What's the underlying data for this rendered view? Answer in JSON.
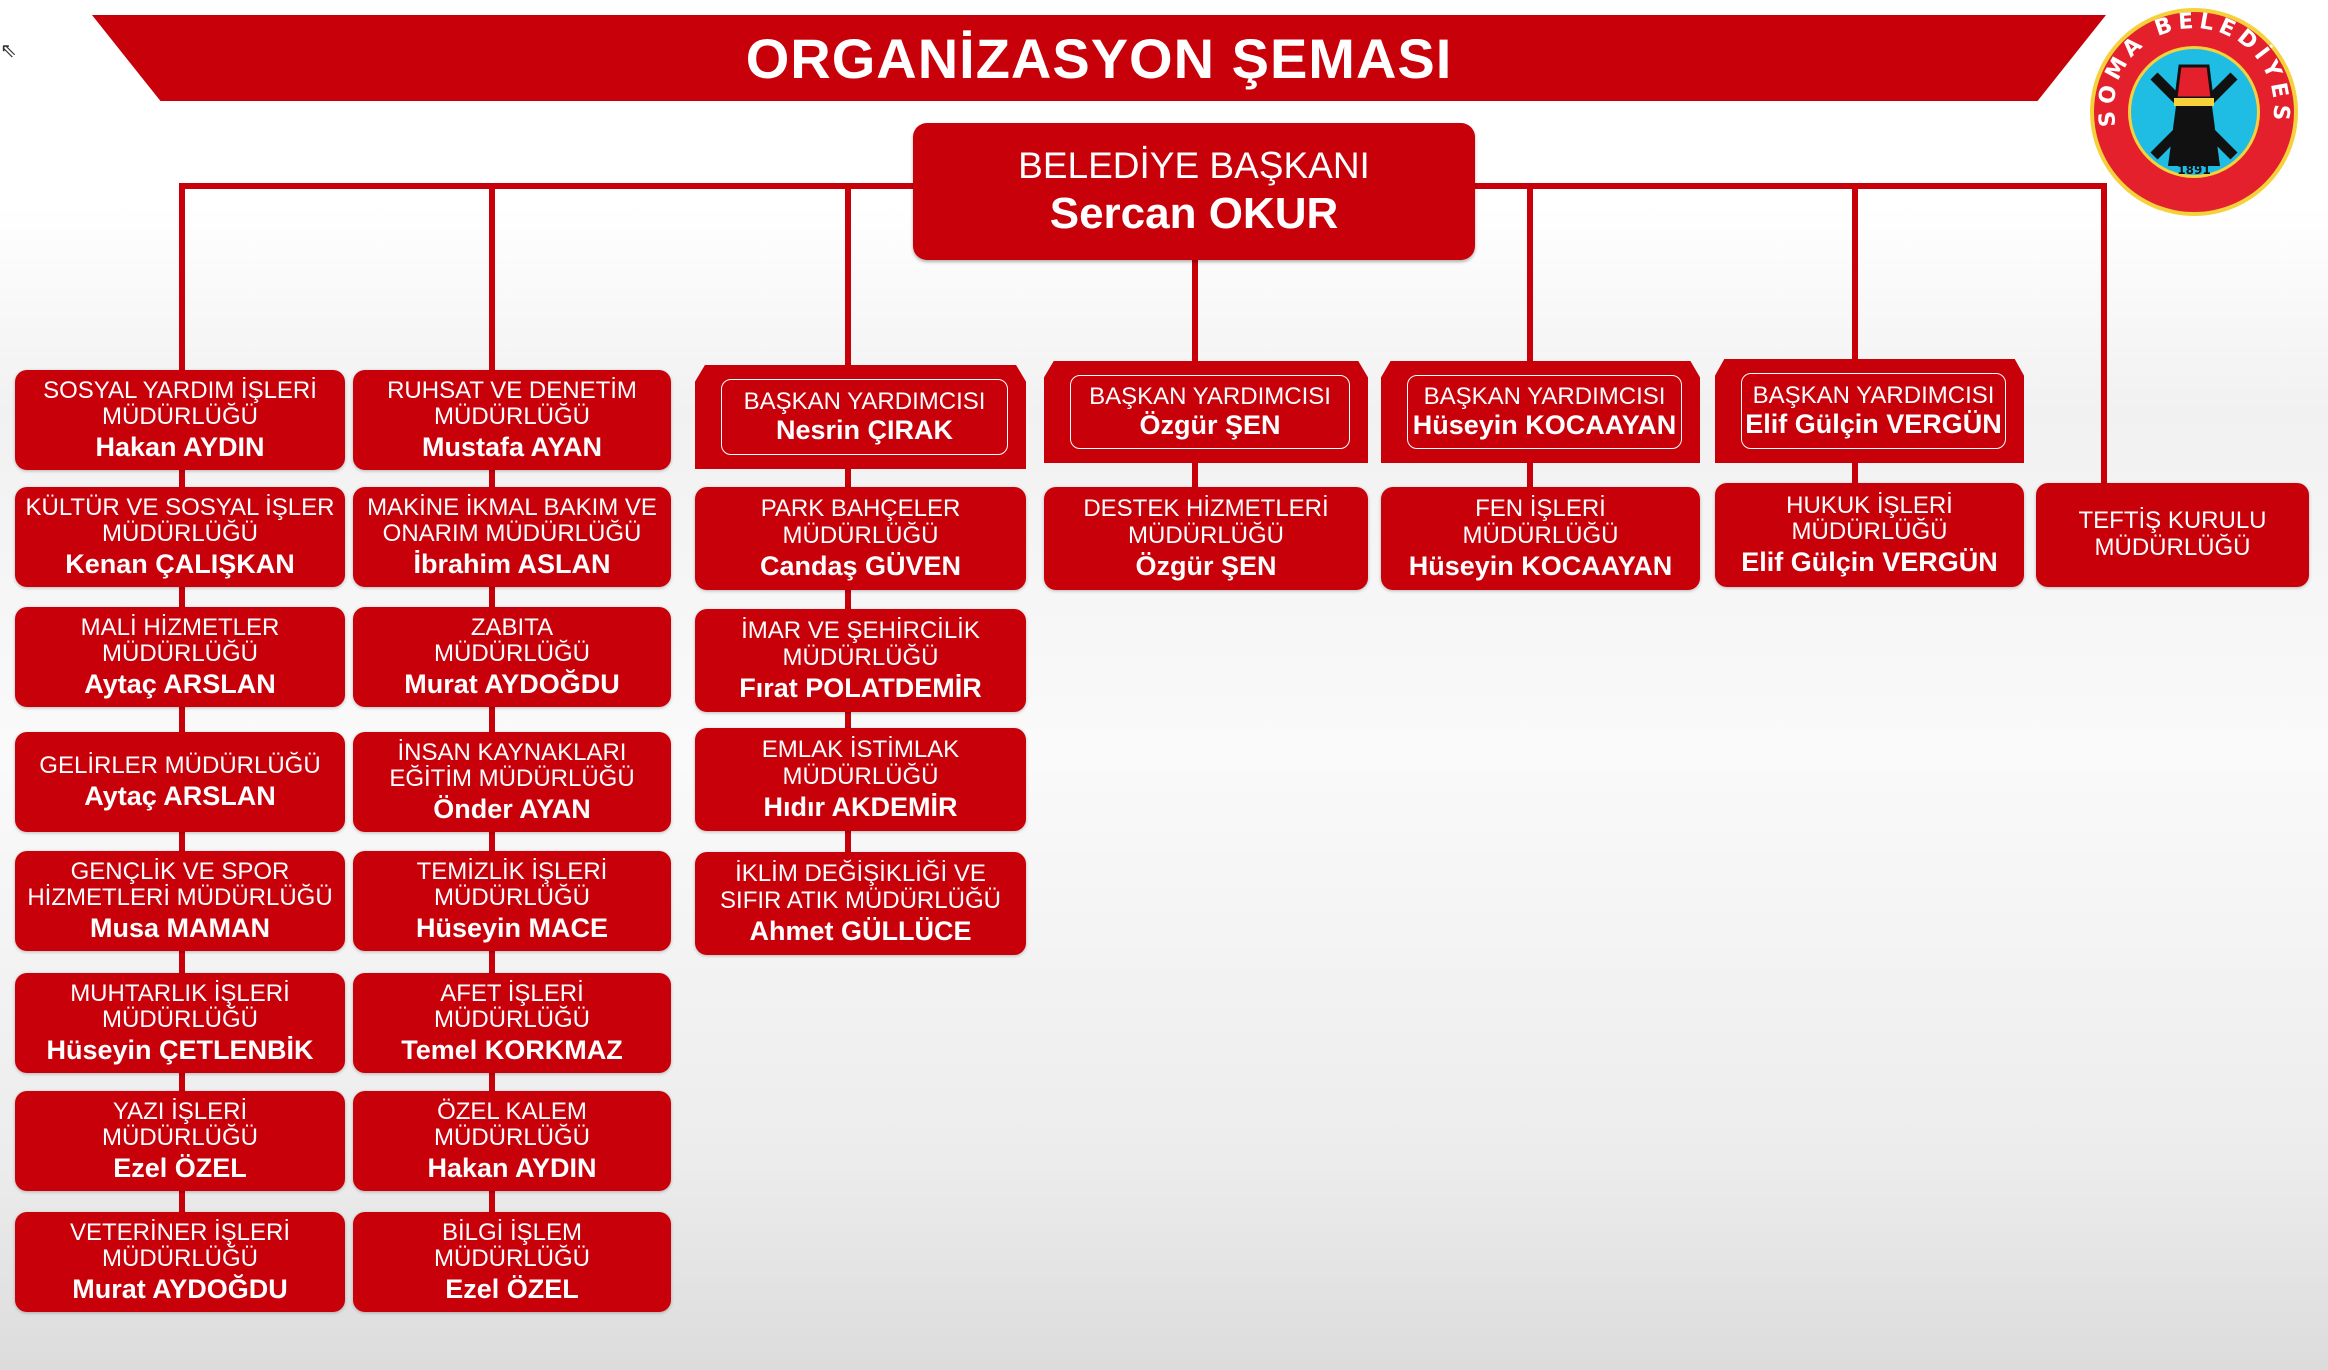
{
  "title": "ORGANİZASYON ŞEMASI",
  "logo": {
    "text": "SOMA BELEDİYESİ",
    "year": "1891"
  },
  "mayor": {
    "title": "BELEDİYE BAŞKANI",
    "name": "Sercan OKUR"
  },
  "deputies": [
    {
      "title": "BAŞKAN YARDIMCISI",
      "name": "Nesrin ÇIRAK"
    },
    {
      "title": "BAŞKAN YARDIMCISI",
      "name": "Özgür ŞEN"
    },
    {
      "title": "BAŞKAN YARDIMCISI",
      "name": "Hüseyin KOCAAYAN"
    },
    {
      "title": "BAŞKAN YARDIMCISI",
      "name": "Elif Gülçin VERGÜN"
    }
  ],
  "columns": [
    {
      "units": [
        {
          "label": [
            "SOSYAL YARDIM İŞLERİ",
            "MÜDÜRLÜĞÜ"
          ],
          "name": "Hakan AYDIN"
        },
        {
          "label": [
            "KÜLTÜR VE SOSYAL İŞLER",
            "MÜDÜRLÜĞÜ"
          ],
          "name": "Kenan ÇALIŞKAN"
        },
        {
          "label": [
            "MALİ HİZMETLER",
            "MÜDÜRLÜĞÜ"
          ],
          "name": "Aytaç ARSLAN"
        },
        {
          "label": [
            "GELİRLER MÜDÜRLÜĞÜ"
          ],
          "name": "Aytaç ARSLAN"
        },
        {
          "label": [
            "GENÇLİK VE SPOR",
            "HİZMETLERİ MÜDÜRLÜĞÜ"
          ],
          "name": "Musa MAMAN"
        },
        {
          "label": [
            "MUHTARLIK İŞLERİ",
            "MÜDÜRLÜĞÜ"
          ],
          "name": "Hüseyin ÇETLENBİK"
        },
        {
          "label": [
            "YAZI İŞLERİ",
            "MÜDÜRLÜĞÜ"
          ],
          "name": "Ezel ÖZEL"
        },
        {
          "label": [
            "VETERİNER İŞLERİ",
            "MÜDÜRLÜĞÜ"
          ],
          "name": "Murat AYDOĞDU"
        }
      ]
    },
    {
      "units": [
        {
          "label": [
            "RUHSAT VE DENETİM",
            "MÜDÜRLÜĞÜ"
          ],
          "name": "Mustafa AYAN"
        },
        {
          "label": [
            "MAKİNE İKMAL BAKIM VE",
            "ONARIM MÜDÜRLÜĞÜ"
          ],
          "name": "İbrahim ASLAN"
        },
        {
          "label": [
            "ZABITA",
            "MÜDÜRLÜĞÜ"
          ],
          "name": "Murat AYDOĞDU"
        },
        {
          "label": [
            "İNSAN KAYNAKLARI",
            "EĞİTİM MÜDÜRLÜĞÜ"
          ],
          "name": "Önder AYAN"
        },
        {
          "label": [
            "TEMİZLİK İŞLERİ",
            "MÜDÜRLÜĞÜ"
          ],
          "name": "Hüseyin MACE"
        },
        {
          "label": [
            "AFET İŞLERİ",
            "MÜDÜRLÜĞÜ"
          ],
          "name": "Temel KORKMAZ"
        },
        {
          "label": [
            "ÖZEL KALEM",
            "MÜDÜRLÜĞÜ"
          ],
          "name": "Hakan AYDIN"
        },
        {
          "label": [
            "BİLGİ İŞLEM",
            "MÜDÜRLÜĞÜ"
          ],
          "name": "Ezel ÖZEL"
        }
      ]
    },
    {
      "units": [
        {
          "label": [
            "PARK BAHÇELER",
            "MÜDÜRLÜĞÜ"
          ],
          "name": "Candaş GÜVEN"
        },
        {
          "label": [
            "İMAR VE ŞEHİRCİLİK",
            "MÜDÜRLÜĞÜ"
          ],
          "name": "Fırat POLATDEMİR"
        },
        {
          "label": [
            "EMLAK İSTİMLAK",
            "MÜDÜRLÜĞÜ"
          ],
          "name": "Hıdır AKDEMİR"
        },
        {
          "label": [
            "İKLİM DEĞİŞİKLİĞİ VE",
            "SIFIR ATIK MÜDÜRLÜĞÜ"
          ],
          "name": "Ahmet GÜLLÜCE"
        }
      ]
    },
    {
      "units": [
        {
          "label": [
            "DESTEK HİZMETLERİ",
            "MÜDÜRLÜĞÜ"
          ],
          "name": "Özgür ŞEN"
        }
      ]
    },
    {
      "units": [
        {
          "label": [
            "FEN İŞLERİ",
            "MÜDÜRLÜĞÜ"
          ],
          "name": "Hüseyin KOCAAYAN"
        }
      ]
    },
    {
      "units": [
        {
          "label": [
            "HUKUK İŞLERİ",
            "MÜDÜRLÜĞÜ"
          ],
          "name": "Elif Gülçin VERGÜN"
        }
      ]
    },
    {
      "units": [
        {
          "label": [
            "TEFTİŞ KURULU",
            "MÜDÜRLÜĞÜ"
          ]
        }
      ]
    }
  ],
  "colors": {
    "primary": "#c8000a"
  }
}
